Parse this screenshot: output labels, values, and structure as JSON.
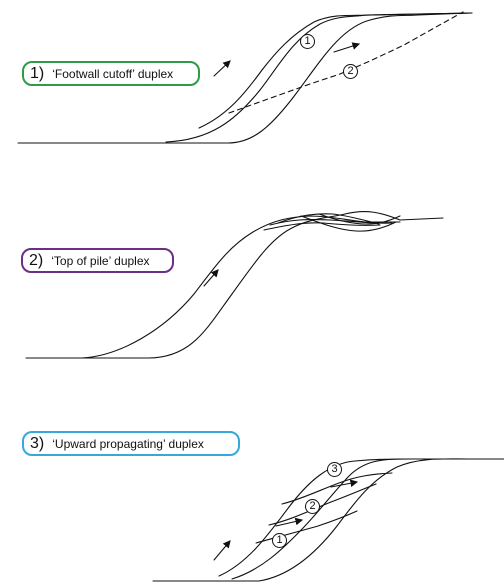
{
  "labels": [
    {
      "number": "1)",
      "text": "‘Footwall cutoff’ duplex",
      "color": "#2e9b47"
    },
    {
      "number": "2)",
      "text": "‘Top of pile’ duplex",
      "color": "#6b2f85"
    },
    {
      "number": "3)",
      "text": "‘Upward propagating’ duplex",
      "color": "#35a8dc"
    }
  ],
  "markers": {
    "diagram1": [
      "1",
      "2"
    ],
    "diagram3": [
      "3",
      "2",
      "1"
    ]
  },
  "colors": {
    "stroke": "#111111",
    "background": "#ffffff"
  }
}
